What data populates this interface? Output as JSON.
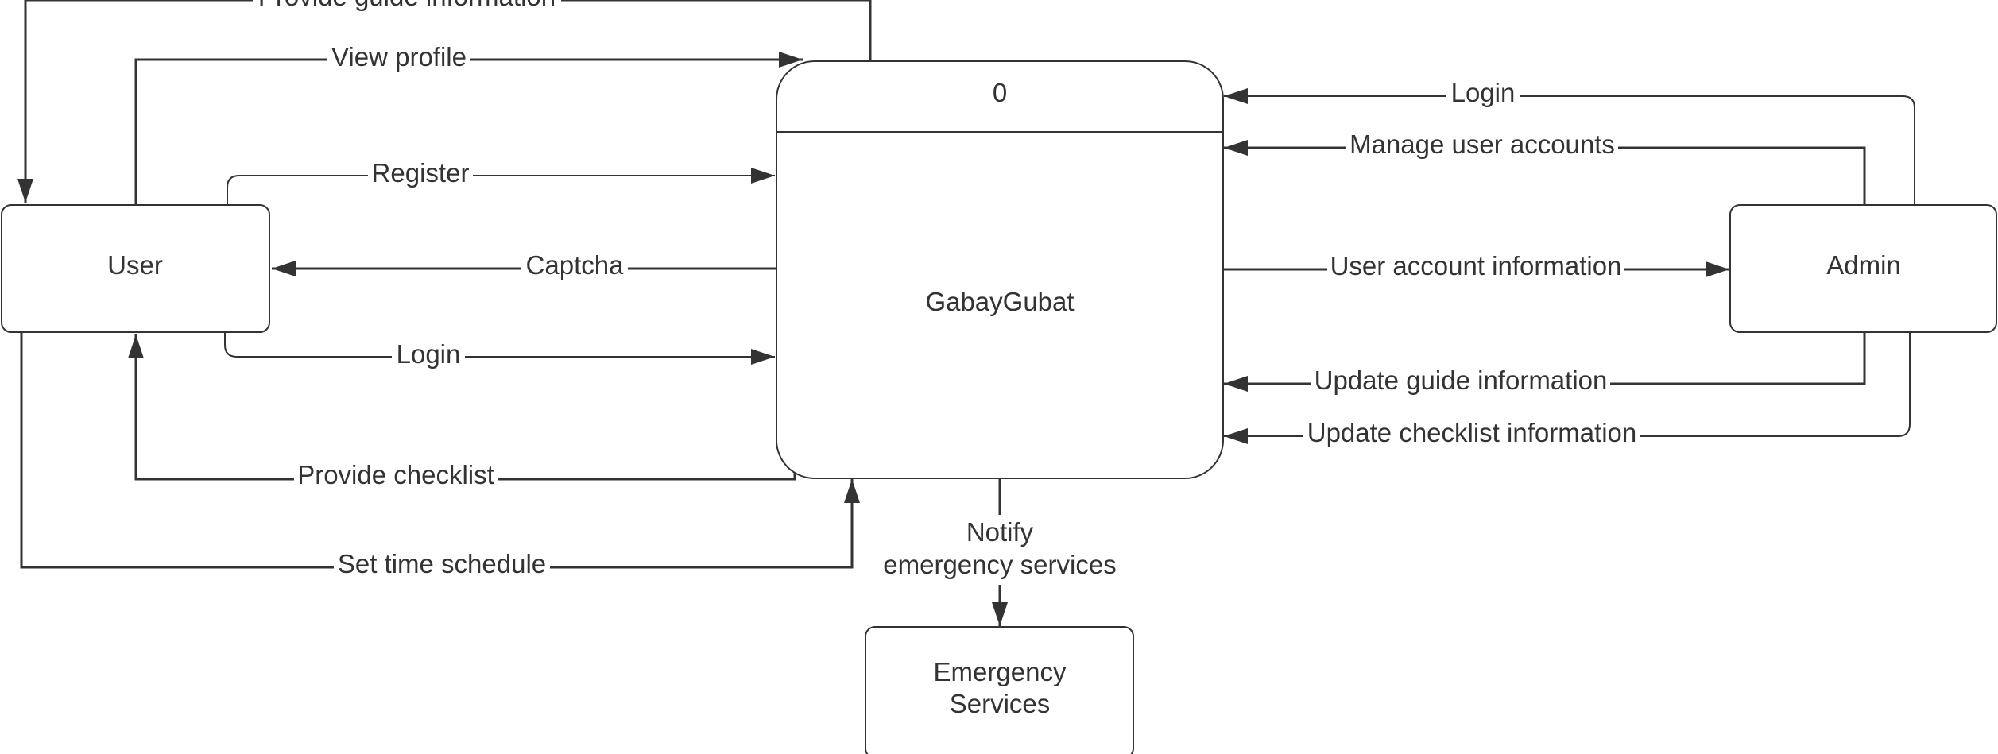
{
  "process": {
    "number": "0",
    "name": "GabayGubat"
  },
  "entities": {
    "user": "User",
    "admin": "Admin",
    "emergency": [
      "Emergency",
      "Services"
    ]
  },
  "flows": {
    "provide_guide_information": "Provide guide information",
    "view_profile": "View profile",
    "register": "Register",
    "captcha": "Captcha",
    "user_login": "Login",
    "provide_checklist": "Provide checklist",
    "set_time_schedule": "Set time schedule",
    "notify_emergency": [
      "Notify",
      "emergency services"
    ],
    "admin_login": "Login",
    "manage_user_accounts": "Manage user accounts",
    "user_account_information": "User account information",
    "update_guide_information": "Update guide information",
    "update_checklist_information": "Update checklist information"
  },
  "colors": {
    "stroke": "#333333",
    "background": "#ffffff"
  }
}
